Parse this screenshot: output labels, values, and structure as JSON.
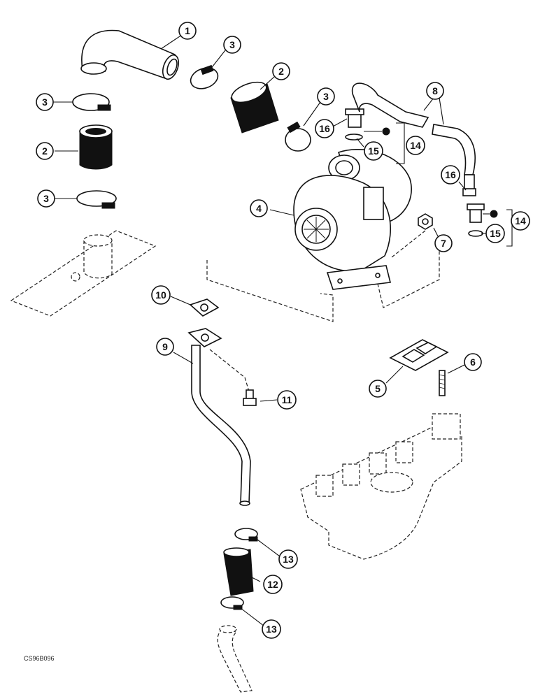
{
  "diagram": {
    "reference_code": "CS96B096",
    "callouts": [
      {
        "id": "c1",
        "label": "1"
      },
      {
        "id": "c2a",
        "label": "2"
      },
      {
        "id": "c2b",
        "label": "2"
      },
      {
        "id": "c3a",
        "label": "3"
      },
      {
        "id": "c3b",
        "label": "3"
      },
      {
        "id": "c3c",
        "label": "3"
      },
      {
        "id": "c3d",
        "label": "3"
      },
      {
        "id": "c4",
        "label": "4"
      },
      {
        "id": "c5",
        "label": "5"
      },
      {
        "id": "c6",
        "label": "6"
      },
      {
        "id": "c7",
        "label": "7"
      },
      {
        "id": "c8",
        "label": "8"
      },
      {
        "id": "c9",
        "label": "9"
      },
      {
        "id": "c10",
        "label": "10"
      },
      {
        "id": "c11",
        "label": "11"
      },
      {
        "id": "c12",
        "label": "12"
      },
      {
        "id": "c13a",
        "label": "13"
      },
      {
        "id": "c13b",
        "label": "13"
      },
      {
        "id": "c14a",
        "label": "14"
      },
      {
        "id": "c14b",
        "label": "14"
      },
      {
        "id": "c15a",
        "label": "15"
      },
      {
        "id": "c15b",
        "label": "15"
      },
      {
        "id": "c16a",
        "label": "16"
      },
      {
        "id": "c16b",
        "label": "16"
      }
    ]
  }
}
